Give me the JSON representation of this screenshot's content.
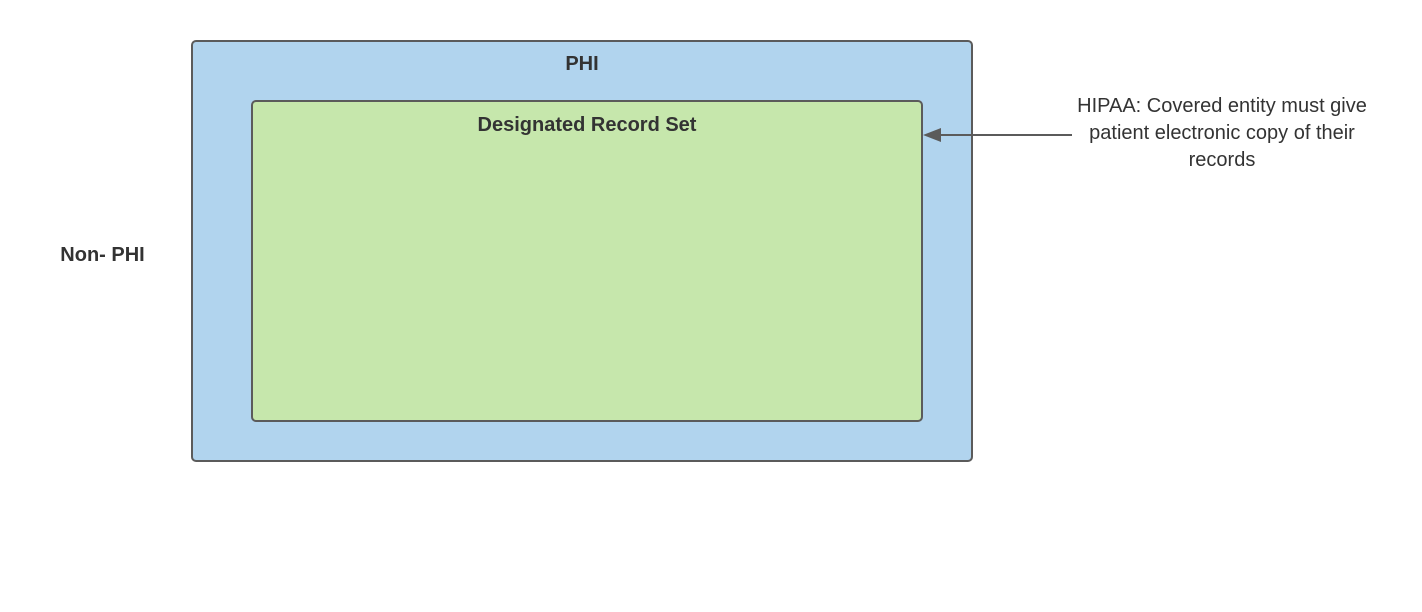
{
  "diagram": {
    "outer_region": {
      "label": "Non- PHI"
    },
    "phi_region": {
      "label": "PHI",
      "fill": "#b1d4ee",
      "stroke": "#5b5b5b"
    },
    "record_set_region": {
      "label": "Designated Record Set",
      "fill": "#c6e7ac",
      "stroke": "#5b5b5b"
    },
    "annotation": {
      "text": "HIPAA: Covered entity must give patient electronic copy of their records",
      "arrow_color": "#5b5b5b"
    }
  }
}
